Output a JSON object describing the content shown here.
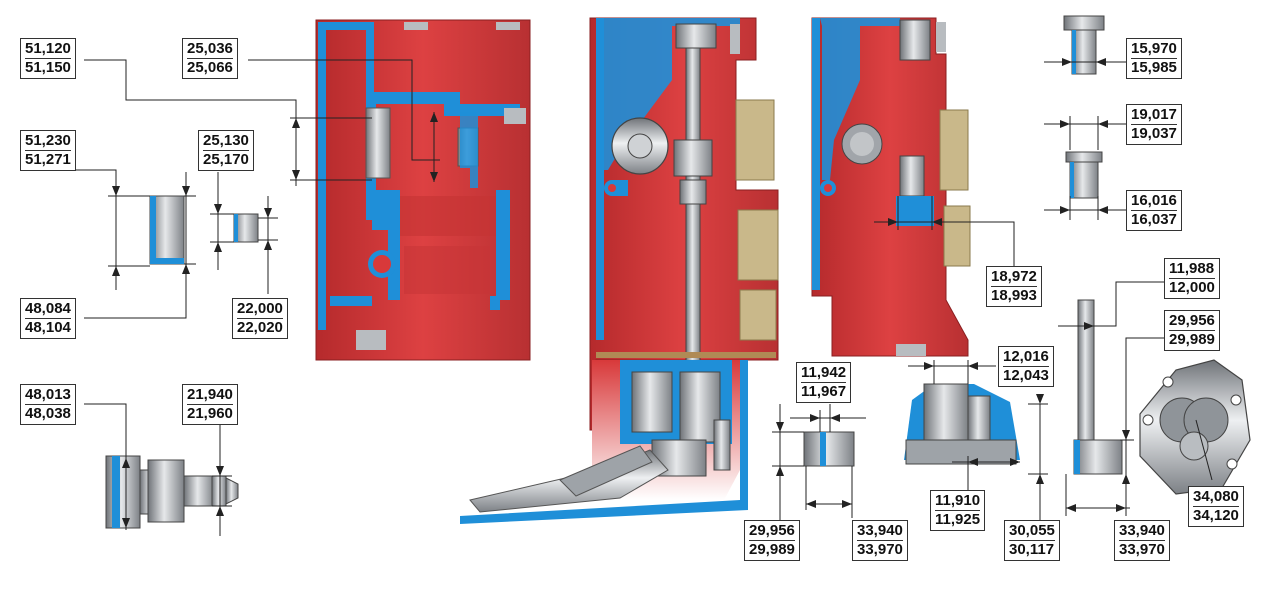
{
  "dimensions": [
    {
      "id": "d1",
      "top": "51,120",
      "bottom": "51,150"
    },
    {
      "id": "d2",
      "top": "25,036",
      "bottom": "25,066"
    },
    {
      "id": "d3",
      "top": "51,230",
      "bottom": "51,271"
    },
    {
      "id": "d4",
      "top": "25,130",
      "bottom": "25,170"
    },
    {
      "id": "d5",
      "top": "48,084",
      "bottom": "48,104"
    },
    {
      "id": "d6",
      "top": "22,000",
      "bottom": "22,020"
    },
    {
      "id": "d7",
      "top": "48,013",
      "bottom": "48,038"
    },
    {
      "id": "d8",
      "top": "21,940",
      "bottom": "21,960"
    },
    {
      "id": "d9",
      "top": "15,970",
      "bottom": "15,985"
    },
    {
      "id": "d10",
      "top": "19,017",
      "bottom": "19,037"
    },
    {
      "id": "d11",
      "top": "16,016",
      "bottom": "16,037"
    },
    {
      "id": "d12",
      "top": "18,972",
      "bottom": "18,993"
    },
    {
      "id": "d13",
      "top": "11,988",
      "bottom": "12,000"
    },
    {
      "id": "d14",
      "top": "29,956",
      "bottom": "29,989"
    },
    {
      "id": "d15",
      "top": "12,016",
      "bottom": "12,043"
    },
    {
      "id": "d16",
      "top": "11,942",
      "bottom": "11,967"
    },
    {
      "id": "d17",
      "top": "29,956",
      "bottom": "29,989"
    },
    {
      "id": "d18",
      "top": "33,940",
      "bottom": "33,970"
    },
    {
      "id": "d19",
      "top": "11,910",
      "bottom": "11,925"
    },
    {
      "id": "d20",
      "top": "30,055",
      "bottom": "30,117"
    },
    {
      "id": "d21",
      "top": "33,940",
      "bottom": "33,970"
    },
    {
      "id": "d22",
      "top": "34,080",
      "bottom": "34,120"
    }
  ],
  "colors": {
    "casting_red": "#d8393a",
    "casting_dark": "#b82a2b",
    "cutaway_blue": "#1f8fd8",
    "steel_gray": "#a9adb2",
    "bronze_tan": "#c9b88a",
    "line_black": "#222222"
  }
}
